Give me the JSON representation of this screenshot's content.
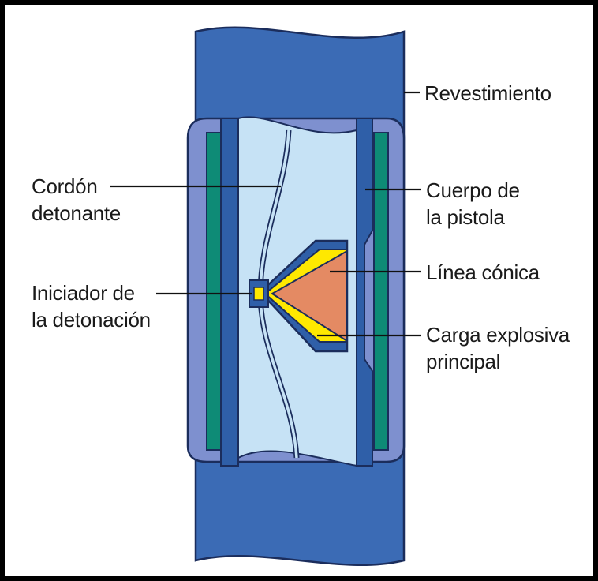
{
  "labels": {
    "revestimiento": [
      "Revestimiento"
    ],
    "cordon": [
      "Cordón",
      "detonante"
    ],
    "cuerpo": [
      "Cuerpo de",
      "la pistola"
    ],
    "linea": [
      "Línea cónica"
    ],
    "iniciador": [
      "Iniciador de",
      "la detonación"
    ],
    "carga": [
      "Carga explosiva",
      "principal"
    ]
  },
  "colors": {
    "casing": "#3b6bb5",
    "casing_outline": "#1b2d5c",
    "gun_outer": "#7e90cf",
    "gun_green": "#0e8b76",
    "gun_inner": "#2f5fa8",
    "interior": "#c6e2f5",
    "charge_case": "#2f5fa8",
    "explosive": "#ffe800",
    "liner": "#e48a63",
    "leader": "#111111"
  }
}
